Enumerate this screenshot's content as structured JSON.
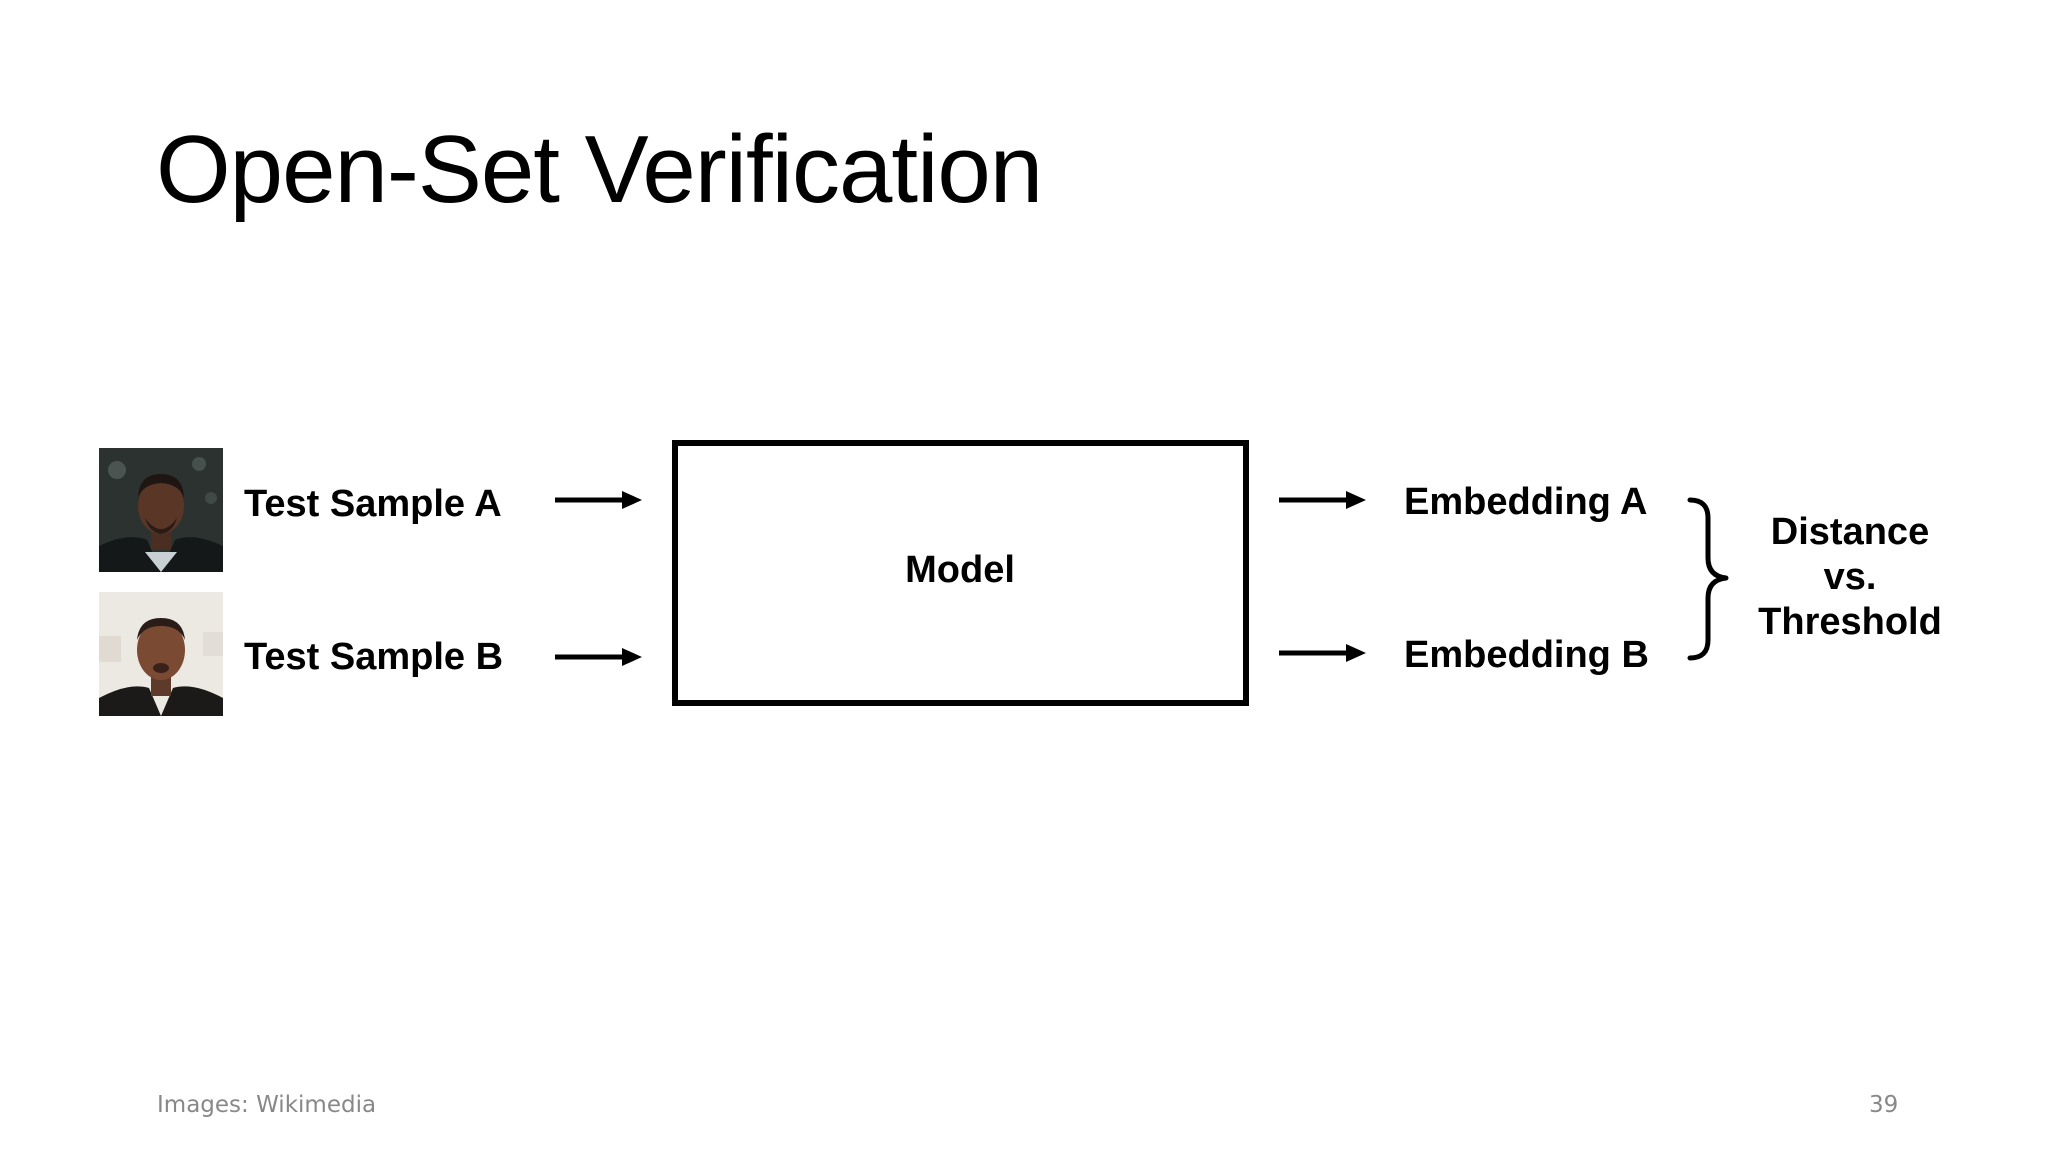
{
  "slide": {
    "title": "Open-Set Verification",
    "footer_credit": "Images: Wikimedia",
    "page_number": "39"
  },
  "diagram": {
    "inputs": [
      {
        "label": "Test Sample A",
        "image": "face-photo-a"
      },
      {
        "label": "Test Sample B",
        "image": "face-photo-b"
      }
    ],
    "model_label": "Model",
    "outputs": [
      {
        "label": "Embedding A"
      },
      {
        "label": "Embedding B"
      }
    ],
    "result_lines": [
      "Distance",
      "vs.",
      "Threshold"
    ],
    "icons": [
      "right-arrow-icon",
      "right-brace-icon"
    ]
  }
}
